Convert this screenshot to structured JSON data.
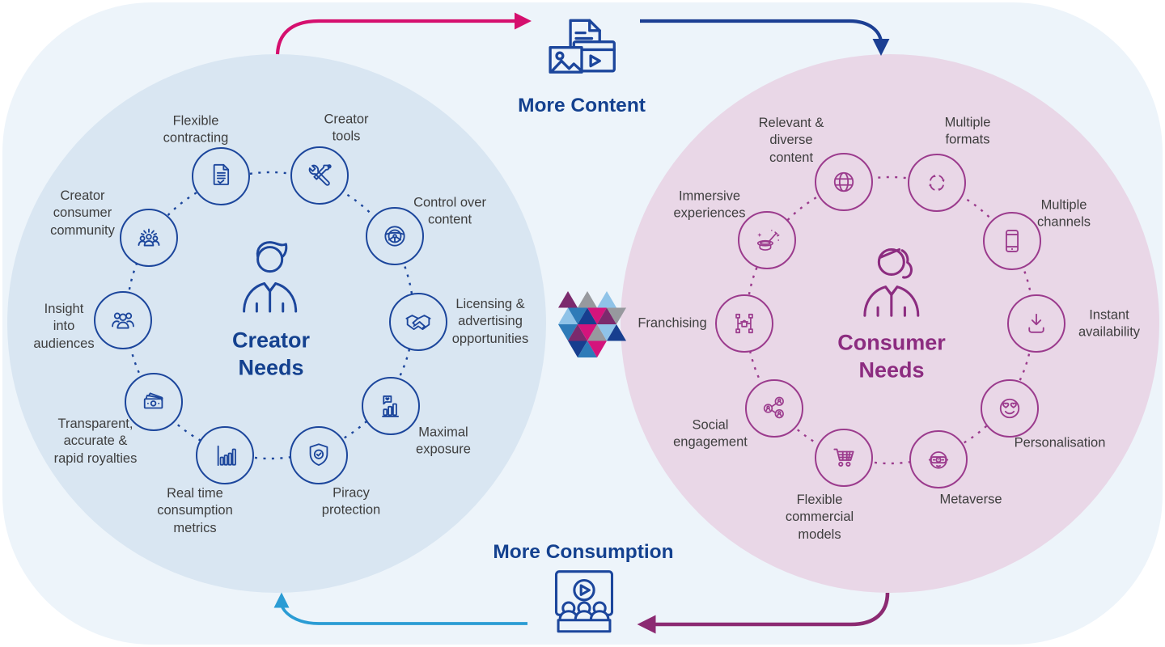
{
  "flows": {
    "top": {
      "label": "More Content",
      "icon": "media-content-icon"
    },
    "bottom": {
      "label": "More Consumption",
      "icon": "audience-screen-icon"
    }
  },
  "creator": {
    "title": "Creator\nNeeds",
    "center_icon": "creator-person-icon",
    "items": [
      {
        "label": "Flexible\ncontracting",
        "icon": "contract-document-icon"
      },
      {
        "label": "Creator\ntools",
        "icon": "tools-icon"
      },
      {
        "label": "Control over\ncontent",
        "icon": "steering-wheel-icon"
      },
      {
        "label": "Licensing &\nadvertising\nopportunities",
        "icon": "handshake-icon"
      },
      {
        "label": "Maximal\nexposure",
        "icon": "chart-likes-icon"
      },
      {
        "label": "Piracy\nprotection",
        "icon": "shield-check-icon"
      },
      {
        "label": "Real time\nconsumption\nmetrics",
        "icon": "bar-chart-icon"
      },
      {
        "label": "Transparent,\naccurate &\nrapid royalties",
        "icon": "banknotes-icon"
      },
      {
        "label": "Insight\ninto\naudiences",
        "icon": "audience-people-icon"
      },
      {
        "label": "Creator\nconsumer\ncommunity",
        "icon": "community-people-icon"
      }
    ]
  },
  "consumer": {
    "title": "Consumer\nNeeds",
    "center_icon": "consumer-person-icon",
    "items": [
      {
        "label": "Relevant &\ndiverse\ncontent",
        "icon": "globe-icon"
      },
      {
        "label": "Multiple\nformats",
        "icon": "cycle-arrows-icon"
      },
      {
        "label": "Multiple\nchannels",
        "icon": "smartphone-icon"
      },
      {
        "label": "Instant\navailability",
        "icon": "download-icon"
      },
      {
        "label": "Personalisation",
        "icon": "heart-eyes-smiley-icon"
      },
      {
        "label": "Metaverse",
        "icon": "vr-headset-icon"
      },
      {
        "label": "Flexible\ncommercial\nmodels",
        "icon": "shopping-cart-icon"
      },
      {
        "label": "Social\nengagement",
        "icon": "social-share-icon"
      },
      {
        "label": "Franchising",
        "icon": "franchise-network-icon"
      },
      {
        "label": "Immersive\nexperiences",
        "icon": "magic-hat-icon"
      }
    ]
  },
  "palette": {
    "panel_bg": "#edf4fa",
    "creator_circle": "#d9e6f2",
    "consumer_circle": "#e9d7e7",
    "creator_accent": "#1c469c",
    "consumer_accent": "#9b3b8d",
    "creator_title": "#14418f",
    "consumer_title": "#8c2c80",
    "label_text": "#3e3e3e",
    "arrow_content_out": "#d50f6e",
    "arrow_content_in": "#1c3f93",
    "arrow_consumption_out": "#8c2a72",
    "arrow_consumption_in": "#2b9cd4",
    "mosaic": [
      "#7b2a6d",
      "#97999e",
      "#8fc3e8",
      "#2e7bb8",
      "#173e8f",
      "#d4147c"
    ]
  }
}
